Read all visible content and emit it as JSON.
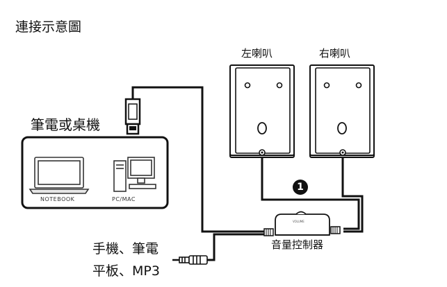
{
  "title": "連接示意圖",
  "speakers": {
    "left_label": "左喇叭",
    "right_label": "右喇叭"
  },
  "computer": {
    "label": "筆電或桌機",
    "notebook_label": "NOTEBOOK",
    "pc_label": "PC/MAC"
  },
  "controller": {
    "label": "音量控制器",
    "brand": "VOLUME",
    "marker": "1"
  },
  "phone": {
    "line1": "手機、筆電",
    "line2": "平板、MP3"
  },
  "colors": {
    "line": "#111111",
    "speaker_fill": "#ffffff",
    "marker_fill": "#111111",
    "marker_text": "#ffffff"
  },
  "icons": [
    "usb-plug-icon",
    "notebook-icon",
    "desktop-pc-icon",
    "audio-jack-icon",
    "speaker-icon"
  ]
}
